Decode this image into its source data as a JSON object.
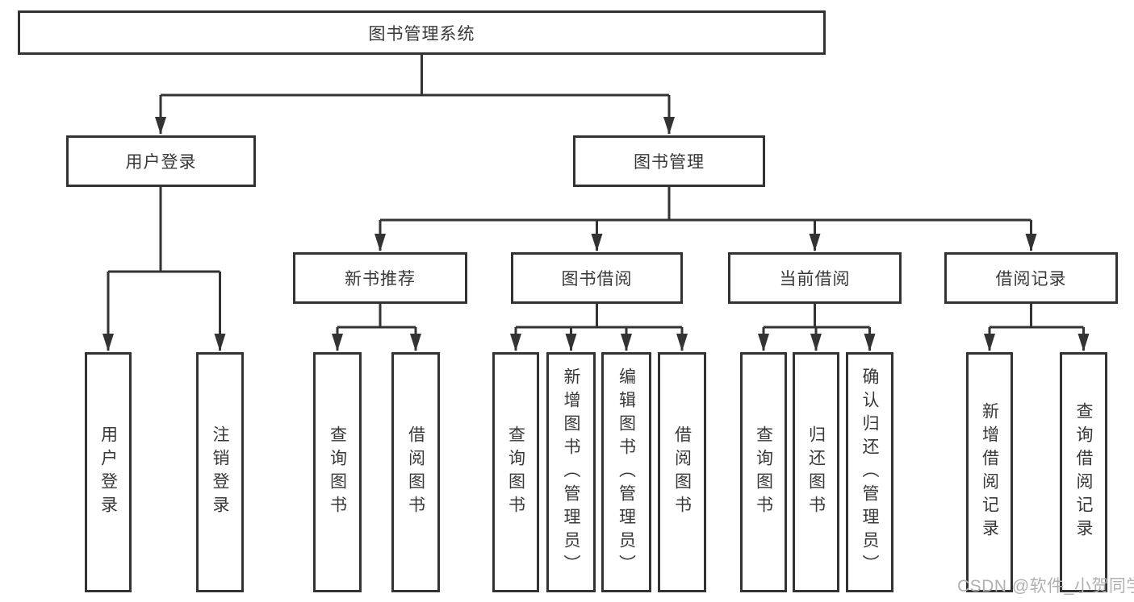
{
  "colors": {
    "line": "#333333",
    "box_border": "#333333",
    "text": "#383838",
    "background": "#ffffff",
    "watermark": "#b0b0b0"
  },
  "tree": {
    "root": {
      "label": "图书管理系统"
    },
    "login": {
      "label": "用户登录",
      "children": [
        {
          "label": "用户登录"
        },
        {
          "label": "注销登录"
        }
      ]
    },
    "manage": {
      "label": "图书管理",
      "sections": [
        {
          "label": "新书推荐",
          "children": [
            {
              "label": "查询图书"
            },
            {
              "label": "借阅图书"
            }
          ]
        },
        {
          "label": "图书借阅",
          "children": [
            {
              "label": "查询图书"
            },
            {
              "label": "新增图书（管理员）"
            },
            {
              "label": "编辑图书（管理员）"
            },
            {
              "label": "借阅图书"
            }
          ]
        },
        {
          "label": "当前借阅",
          "children": [
            {
              "label": "查询图书"
            },
            {
              "label": "归还图书"
            },
            {
              "label": "确认归还（管理员）"
            }
          ]
        },
        {
          "label": "借阅记录",
          "children": [
            {
              "label": "新增借阅记录"
            },
            {
              "label": "查询借阅记录"
            }
          ]
        }
      ]
    }
  },
  "watermark": {
    "text": "CSDN @软件_小贺同学"
  }
}
